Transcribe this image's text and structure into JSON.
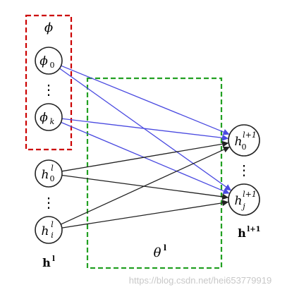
{
  "diagram": {
    "phi_group": {
      "label": "ϕ",
      "nodes": [
        {
          "id": "phi0",
          "base": "ϕ",
          "sub": "0"
        },
        {
          "id": "phik",
          "base": "ϕ",
          "sub": "k"
        }
      ],
      "ellipsis": "⋮",
      "border_color": "#cc0000"
    },
    "h_input": {
      "nodes": [
        {
          "id": "h0l",
          "base": "h",
          "sup": "l",
          "sub": "0"
        },
        {
          "id": "hil",
          "base": "h",
          "sup": "l",
          "sub": "i"
        }
      ],
      "ellipsis": "⋮",
      "label_base": "h",
      "label_sup": "l"
    },
    "theta_group": {
      "label_base": "θ",
      "label_sup": "l",
      "border_color": "#22a022"
    },
    "h_output": {
      "nodes": [
        {
          "id": "h0l1",
          "base": "h",
          "sup": "l+1",
          "sub": "0"
        },
        {
          "id": "hjl1",
          "base": "h",
          "sup": "l+1",
          "sub": "j"
        }
      ],
      "ellipsis": "⋮",
      "label_base": "h",
      "label_sup": "l+1"
    },
    "edges": [
      {
        "from": "phi0",
        "to": "h0l1",
        "color": "#4a4ae0"
      },
      {
        "from": "phi0",
        "to": "hjl1",
        "color": "#4a4ae0"
      },
      {
        "from": "phik",
        "to": "h0l1",
        "color": "#4a4ae0"
      },
      {
        "from": "phik",
        "to": "hjl1",
        "color": "#4a4ae0"
      },
      {
        "from": "h0l",
        "to": "h0l1",
        "color": "#222222"
      },
      {
        "from": "h0l",
        "to": "hjl1",
        "color": "#222222"
      },
      {
        "from": "hil",
        "to": "h0l1",
        "color": "#222222"
      },
      {
        "from": "hil",
        "to": "hjl1",
        "color": "#222222"
      }
    ]
  },
  "watermark": "https://blog.csdn.net/hei653779919"
}
